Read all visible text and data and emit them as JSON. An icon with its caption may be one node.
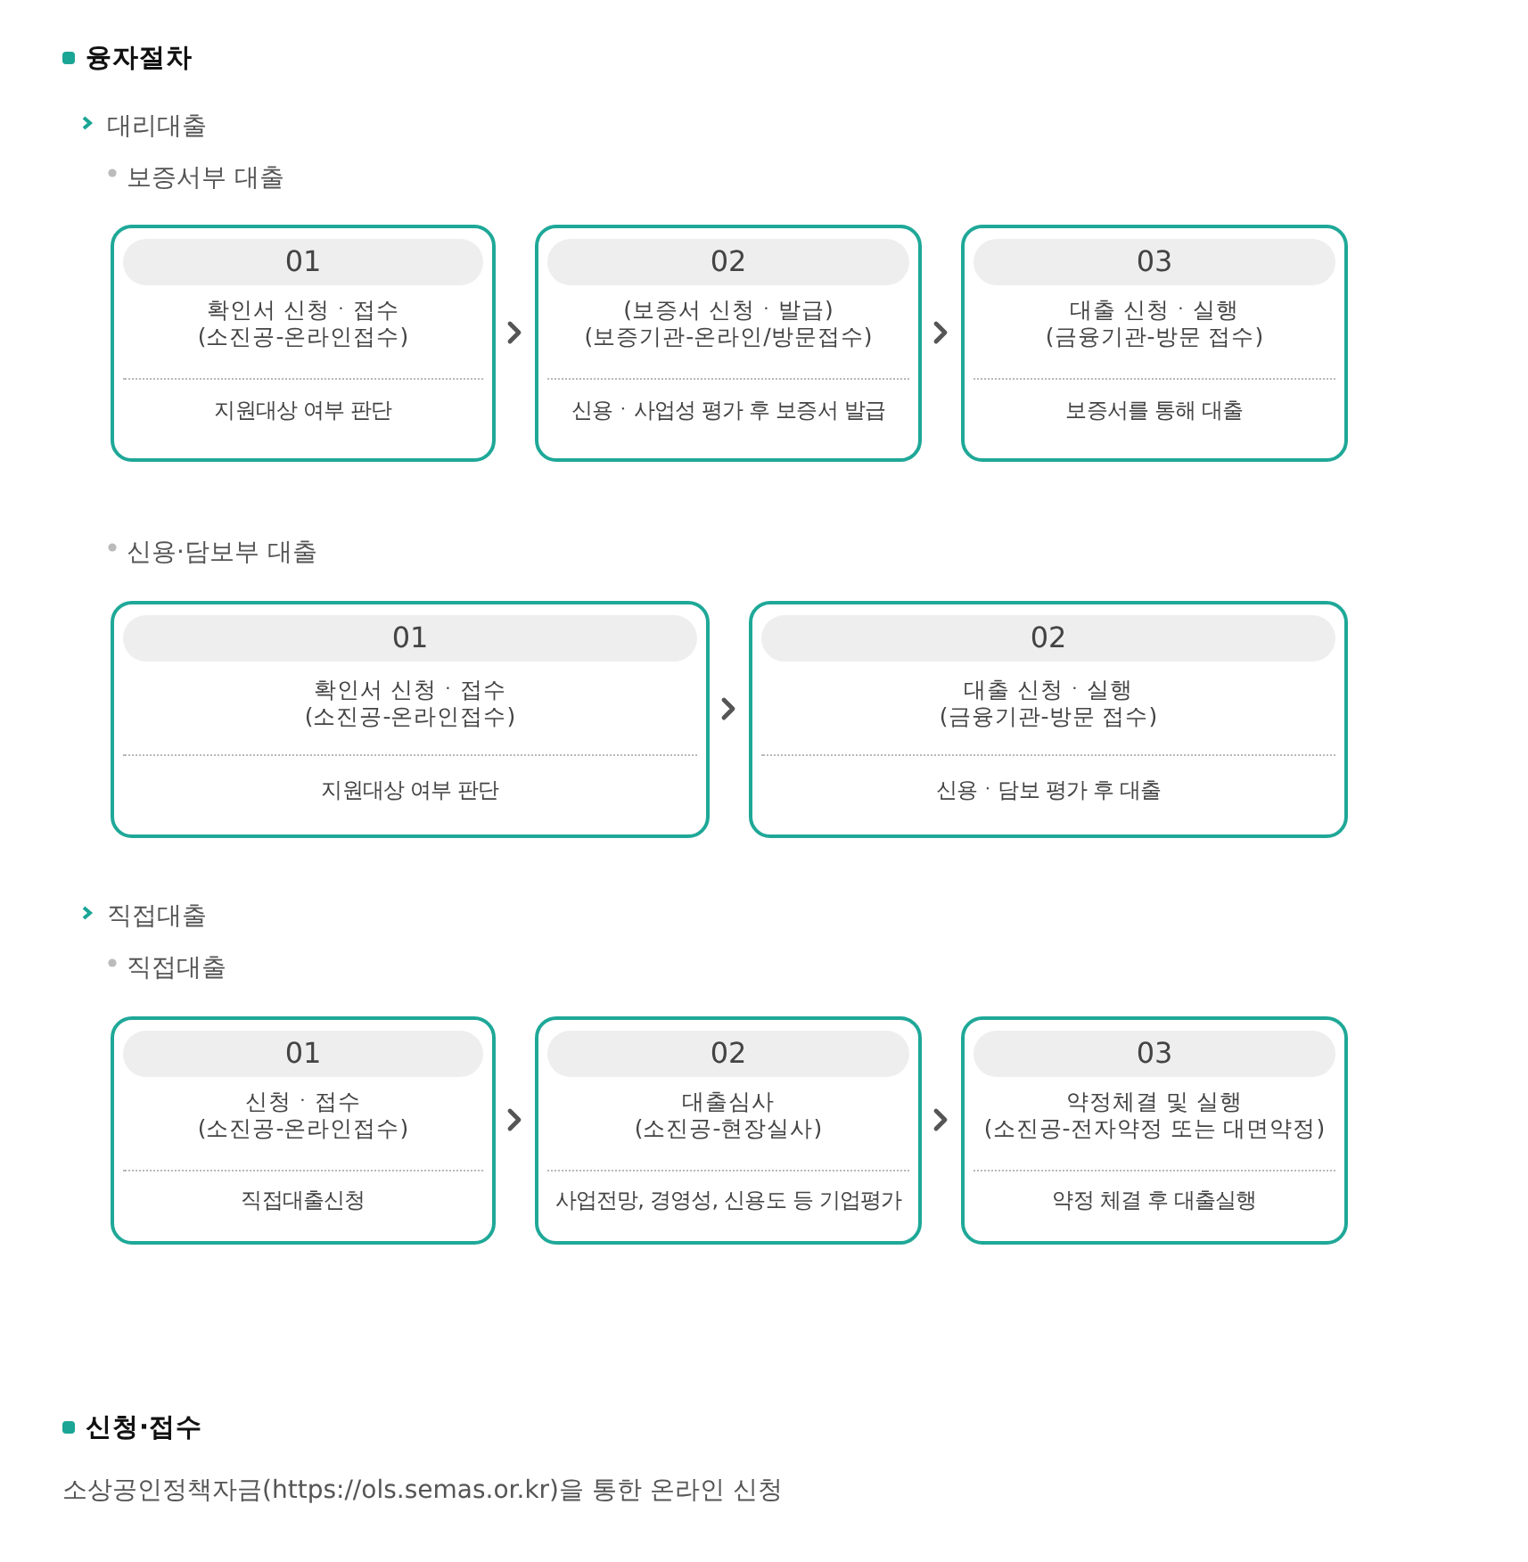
{
  "diagram": {
    "nodes": [
      {
        "text": [
          "01",
          "확인서 신청ㆍ접수 (소진공-온라인접수)",
          "지원대상 여부 판단"
        ]
      },
      {
        "text": [
          "02",
          "(보증서 신청ㆍ발급) (보증기관-온라인/방문접수)",
          "신용ㆍ사업성 평가 후 보증서 발급"
        ]
      },
      {
        "text": [
          "03",
          "대출 신청ㆍ실행 (금융기관-방문 접수)",
          "보증서를 통해 대출"
        ]
      },
      {
        "text": [
          "01",
          "확인서 신청ㆍ접수 (소진공-온라인접수)",
          "지원대상 여부 판단"
        ]
      },
      {
        "text": [
          "02",
          "대출 신청ㆍ실행 (금융기관-방문 접수)",
          "신용ㆍ담보 평가 후 대출"
        ]
      },
      {
        "text": [
          "01",
          "신청ㆍ접수 (소진공-온라인접수)",
          "직접대출신청"
        ]
      },
      {
        "text": [
          "02",
          "대출심사 (소진공-현장실사)",
          "사업전망, 경영성, 신용도 등 기업평가"
        ]
      },
      {
        "text": [
          "03",
          "약정체결 및 실행 (소진공-전자약정 또는 대면약정)",
          "약정 체결 후 대출실행"
        ]
      }
    ],
    "edges": [
      {
        "from": 0,
        "to": 1,
        "arrow": "to"
      },
      {
        "from": 1,
        "to": 2,
        "arrow": "to"
      },
      {
        "from": 3,
        "to": 4,
        "arrow": "to"
      },
      {
        "from": 5,
        "to": 6,
        "arrow": "to"
      },
      {
        "from": 6,
        "to": 7,
        "arrow": "to"
      }
    ],
    "labels": [
      "융자절차",
      "대리대출",
      "보증서부 대출",
      "신용·담보부 대출",
      "직접대출",
      "직접대출",
      "신청·접수",
      "소상공인정책자금(https://ols.semas.or.kr)을 통한 온라인 신청"
    ]
  }
}
